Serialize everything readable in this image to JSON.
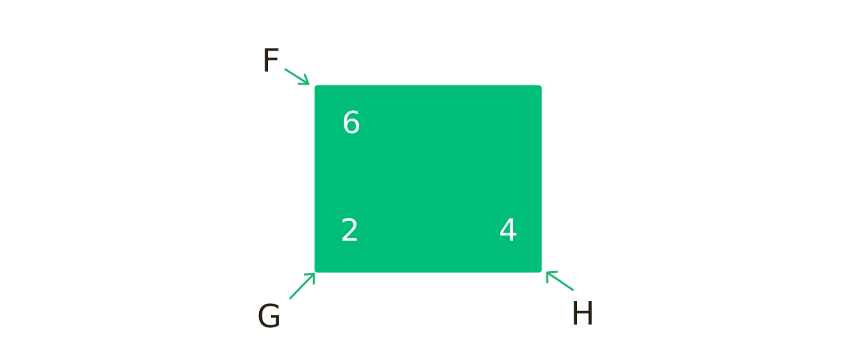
{
  "colors": {
    "rect_fill": "#00bd78",
    "arrow": "#22b573",
    "label_text": "#2a2014",
    "number_text": "#ffffff"
  },
  "square": {
    "numbers": {
      "top_left": "6",
      "bottom_left": "2",
      "bottom_right": "4"
    }
  },
  "corners": {
    "f": "F",
    "g": "G",
    "h": "H"
  }
}
